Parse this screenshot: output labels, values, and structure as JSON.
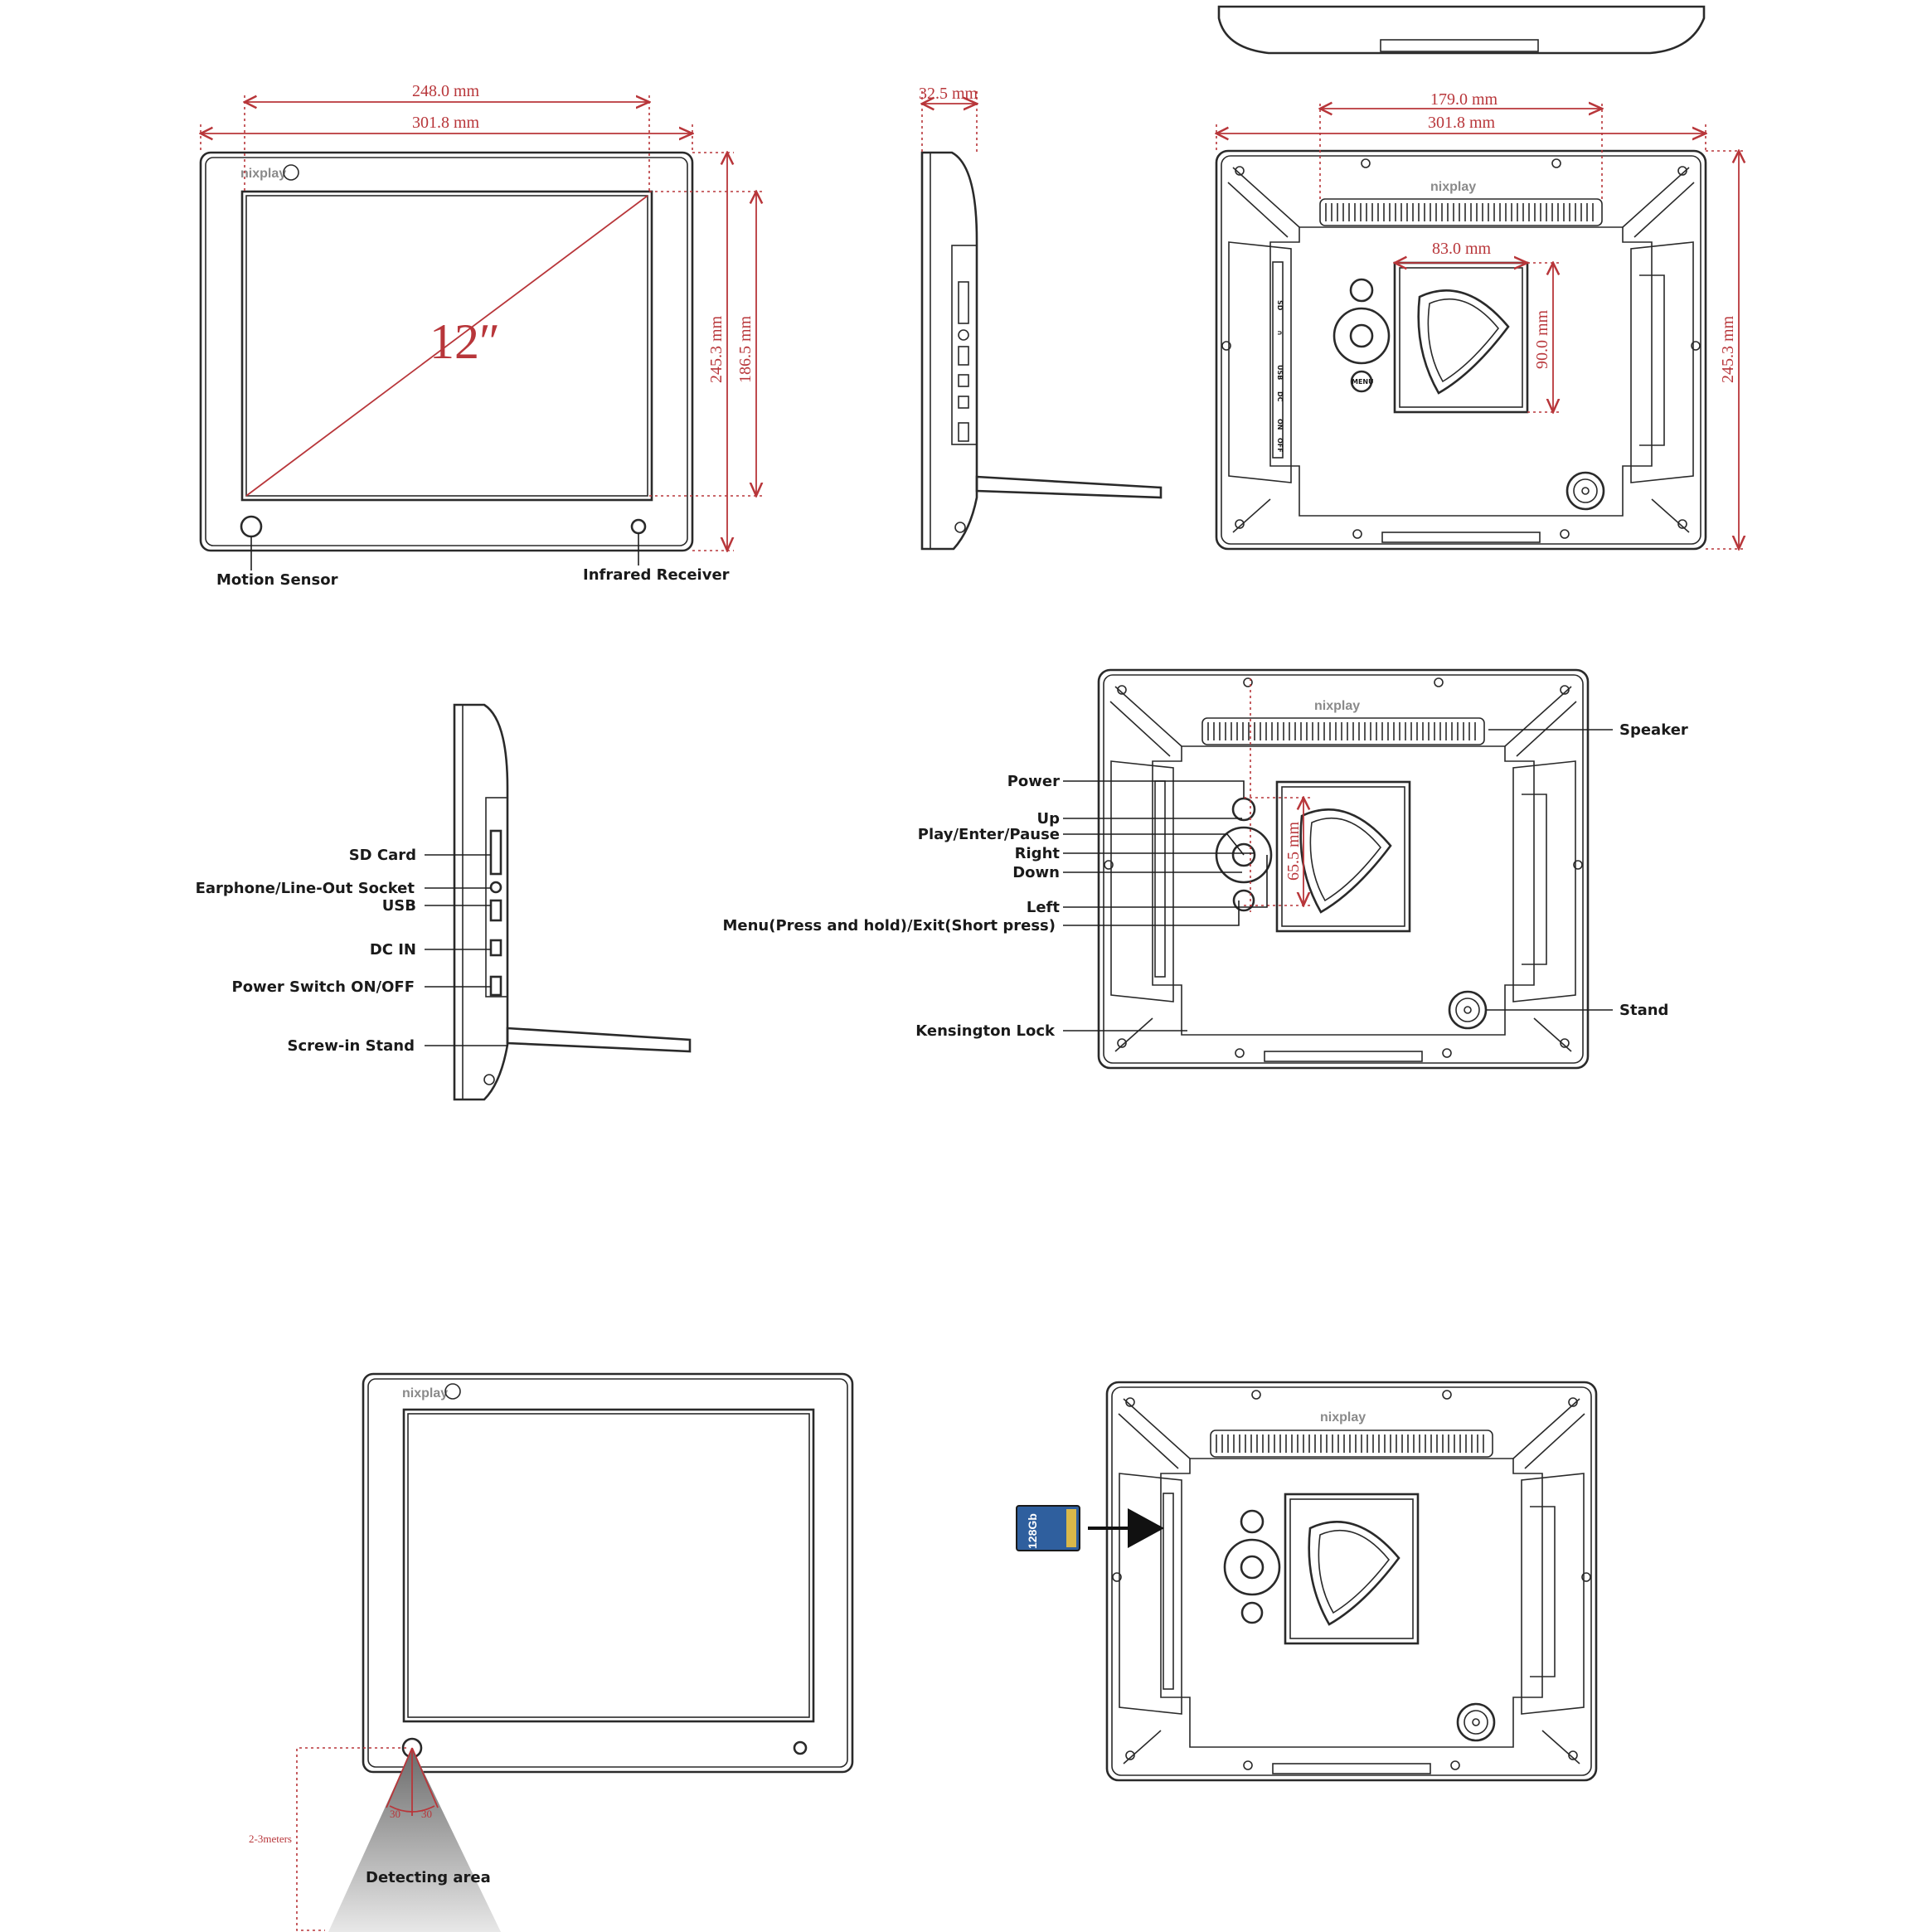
{
  "brand": {
    "logo_text": "nixplay"
  },
  "front_view": {
    "width_outer": "301.8 mm",
    "width_screen": "248.0 mm",
    "height_outer": "245.3 mm",
    "height_screen": "186.5 mm",
    "diagonal": "12″",
    "callouts": {
      "motion_sensor": "Motion Sensor",
      "infrared_receiver": "Infrared Receiver"
    }
  },
  "side_view": {
    "depth": "32.5 mm"
  },
  "back_view": {
    "width_outer": "301.8 mm",
    "width_speaker": "179.0 mm",
    "height_outer": "245.3 mm",
    "mount_width": "83.0 mm",
    "mount_height": "90.0 mm",
    "port_labels": [
      "SD",
      "∩",
      "USB",
      "DC",
      "ON",
      "OFF"
    ],
    "menu_label": "MENU"
  },
  "ports_view": {
    "callouts": [
      "SD Card",
      "Earphone/Line-Out Socket",
      "USB",
      "DC IN",
      "Power Switch ON/OFF",
      "Screw-in Stand"
    ]
  },
  "controls_view": {
    "button_spacing": "65.5 mm",
    "left_callouts": [
      "Power",
      "Up",
      "Play/Enter/Pause",
      "Right",
      "Down",
      "Left",
      "Menu(Press and hold)/Exit(Short press)",
      "Kensington Lock"
    ],
    "right_callouts": [
      "Speaker",
      "Stand"
    ]
  },
  "sensor_view": {
    "angle_left": "30",
    "angle_right": "30",
    "range": "2-3meters",
    "area_label": "Detecting area"
  },
  "sd_insert_view": {
    "card_label": "128Gb"
  },
  "colors": {
    "dimension": "#b8363a",
    "line": "#2a2a2a",
    "card": "#2f5f9e"
  }
}
